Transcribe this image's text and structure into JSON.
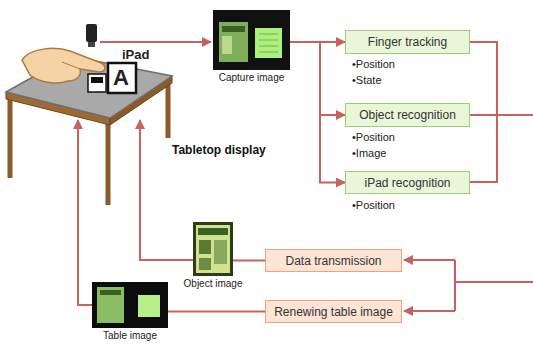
{
  "diagram": {
    "nodes": [
      {
        "text": [
          "Tabletop display"
        ]
      },
      {
        "text": [
          "Capture image"
        ]
      },
      {
        "text": [
          "Finger tracking"
        ]
      },
      {
        "text": [
          "Object recognition"
        ]
      },
      {
        "text": [
          "iPad recognition"
        ]
      },
      {
        "text": [
          "Object image"
        ]
      },
      {
        "text": [
          "Data transmission"
        ]
      },
      {
        "text": [
          "Table image"
        ]
      },
      {
        "text": [
          "Renewing table image"
        ]
      }
    ],
    "edges": [
      {
        "from": 1,
        "to": 2,
        "arrow": "to"
      },
      {
        "from": 1,
        "to": 3,
        "arrow": "to"
      },
      {
        "from": 1,
        "to": 4,
        "arrow": "to"
      },
      {
        "from": 6,
        "to": 5,
        "arrow": "none"
      },
      {
        "from": 5,
        "to": 0,
        "arrow": "to"
      },
      {
        "from": 8,
        "to": 7,
        "arrow": "none"
      },
      {
        "from": 7,
        "to": 0,
        "arrow": "to"
      }
    ],
    "labels": [
      "iPad",
      "A",
      "•Position",
      "•State",
      "•Position",
      "•Image",
      "•Position"
    ]
  }
}
